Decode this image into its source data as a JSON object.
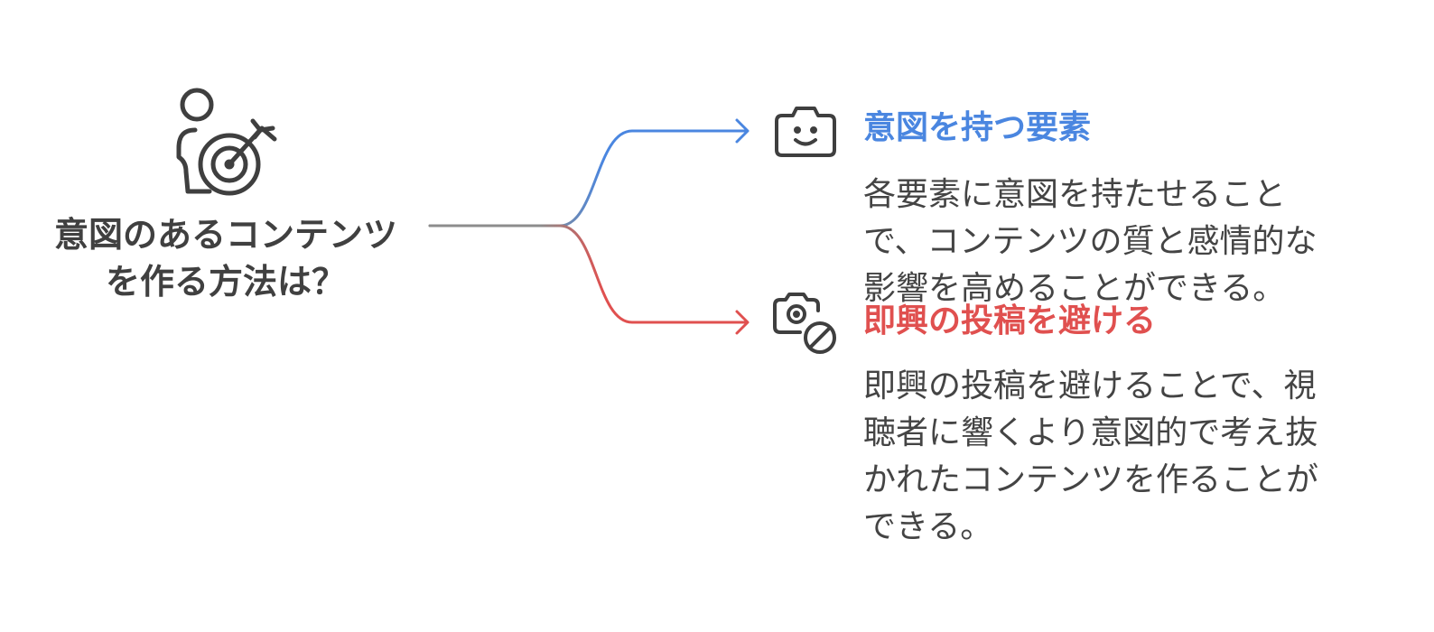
{
  "center": {
    "icon": "person-target-icon",
    "title_line1": "意図のあるコンテンツ",
    "title_line2": "を作る方法は？"
  },
  "branches": [
    {
      "icon": "smiling-camera-icon",
      "color": "#4a86e0",
      "title": "意図を持つ要素",
      "desc_lines": [
        "各要素に意図を持たせること",
        "で、コンテンツの質と感情的な",
        "影響を高めることができる。"
      ]
    },
    {
      "icon": "camera-off-icon",
      "color": "#e0504f",
      "title": "即興の投稿を避ける",
      "desc_lines": [
        "即興の投稿を避けることで、視",
        "聴者に響くより意図的で考え抜",
        "かれたコンテンツを作ることが",
        "できる。"
      ]
    }
  ],
  "colors": {
    "connector_gray": "#8c8c8c",
    "text_dark": "#404040"
  }
}
